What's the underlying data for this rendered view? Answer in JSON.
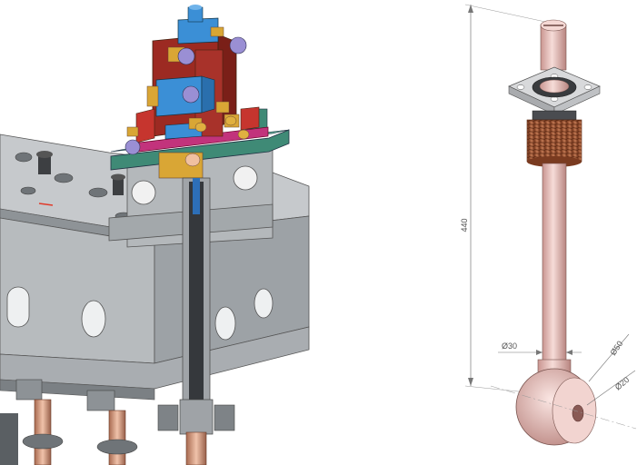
{
  "colors": {
    "background": "#ffffff",
    "beam_steel": "#b9bcbf",
    "beam_dark": "#7e8387",
    "plate_green": "#3f8a76",
    "plate_magenta": "#c2337c",
    "block_red": "#9c2a22",
    "block_blue": "#3b8fd6",
    "brass": "#d9a635",
    "bolt_lavender": "#9a8fd4",
    "copper_rod": "#d9a48f",
    "rod_pink": "#ecc4c0",
    "dim_line": "#777777"
  },
  "right_view": {
    "dimensions": {
      "length": "440",
      "dia_rod": "Ø30",
      "dia_eye_outer": "Ø50",
      "dia_eye_bore": "Ø20"
    }
  }
}
